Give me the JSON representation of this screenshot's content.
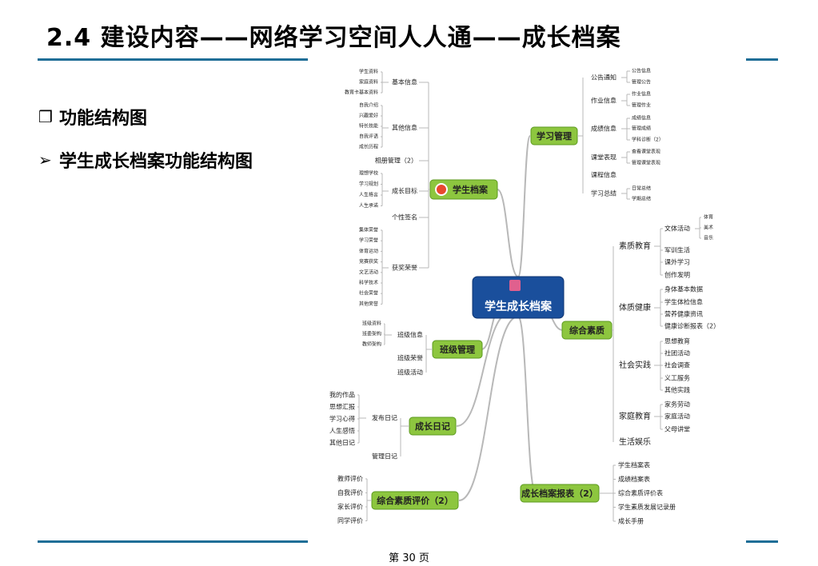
{
  "header": {
    "title": "2.4 建设内容——网络学习空间人人通——成长档案"
  },
  "bullets": [
    {
      "marker": "❒",
      "text": "功能结构图"
    },
    {
      "marker": "➢",
      "text": "学生成长档案功能结构图"
    }
  ],
  "footer": {
    "page_label": "第 30 页"
  },
  "colors": {
    "rule": "#1f6e97",
    "branch_fill": "#8dc63f",
    "branch_stroke": "#5c9a1f",
    "center_fill": "#1a4f9c",
    "line": "#b8b8b8"
  },
  "diagram": {
    "center": "学生成长档案",
    "student_file": {
      "label": "学生档案",
      "groups": [
        {
          "label": "基本信息",
          "items": [
            "学生资料",
            "家庭资料",
            "教育卡基本资料"
          ]
        },
        {
          "label": "其他信息",
          "items": [
            "自我介绍",
            "兴趣爱好",
            "特长技能",
            "自我评语",
            "成长历程"
          ]
        },
        {
          "label": "相册管理（2）",
          "items": []
        },
        {
          "label": "成长目标",
          "items": [
            "理想学校",
            "学习规划",
            "人生格言",
            "人生承诺"
          ]
        },
        {
          "label": "个性签名",
          "items": []
        },
        {
          "label": "获奖荣誉",
          "items": [
            "集体荣誉",
            "学习荣誉",
            "体育运动",
            "竞赛获奖",
            "文艺活动",
            "科学技术",
            "社会荣誉",
            "其他荣誉"
          ]
        }
      ]
    },
    "class_mgmt": {
      "label": "班级管理",
      "groups": [
        {
          "label": "班级信息",
          "items": [
            "班级资料",
            "班委架构",
            "教师架构"
          ]
        },
        {
          "label": "班级荣誉",
          "items": []
        },
        {
          "label": "班级活动",
          "items": []
        }
      ]
    },
    "growth_diary": {
      "label": "成长日记",
      "groups": [
        {
          "label": "发布日记",
          "items": [
            "我的作品",
            "思想汇报",
            "学习心得",
            "人生感悟",
            "其他日记"
          ]
        },
        {
          "label": "管理日记",
          "items": []
        }
      ]
    },
    "eval": {
      "label": "综合素质评价（2）",
      "items": [
        "教师评价",
        "自我评价",
        "家长评价",
        "同学评价"
      ]
    },
    "study_mgmt": {
      "label": "学习管理",
      "groups": [
        {
          "label": "公告通知",
          "items": [
            "公告信息",
            "管理公告"
          ]
        },
        {
          "label": "作业信息",
          "items": [
            "作业信息",
            "管理作业"
          ]
        },
        {
          "label": "成绩信息",
          "items": [
            "成绩信息",
            "管理成绩",
            "学科诊断（2）"
          ]
        },
        {
          "label": "课堂表现",
          "items": [
            "查看课堂表现",
            "管理课堂表现"
          ]
        },
        {
          "label": "课程信息",
          "items": []
        },
        {
          "label": "学习总结",
          "items": [
            "日常总结",
            "学期总结"
          ]
        }
      ]
    },
    "quality": {
      "label": "综合素质",
      "groups": [
        {
          "label": "素质教育",
          "items": [
            "文体活动",
            "军训生活",
            "课外学习",
            "创作发明"
          ],
          "sub": [
            "体育",
            "美术",
            "音乐"
          ]
        },
        {
          "label": "体质健康",
          "items": [
            "身体基本数据",
            "学生体检信息",
            "营养健康资讯",
            "健康诊断报表（2）"
          ]
        },
        {
          "label": "社会实践",
          "items": [
            "思想教育",
            "社团活动",
            "社会调查",
            "义工服务",
            "其他实践"
          ]
        },
        {
          "label": "家庭教育",
          "items": [
            "家务劳动",
            "家庭活动",
            "父母讲堂"
          ]
        },
        {
          "label": "生活娱乐",
          "items": []
        }
      ]
    },
    "reports": {
      "label": "成长档案报表（2）",
      "items": [
        "学生档案表",
        "成绩档案表",
        "综合素质评价表",
        "学生素质发展记录册",
        "成长手册"
      ]
    }
  }
}
